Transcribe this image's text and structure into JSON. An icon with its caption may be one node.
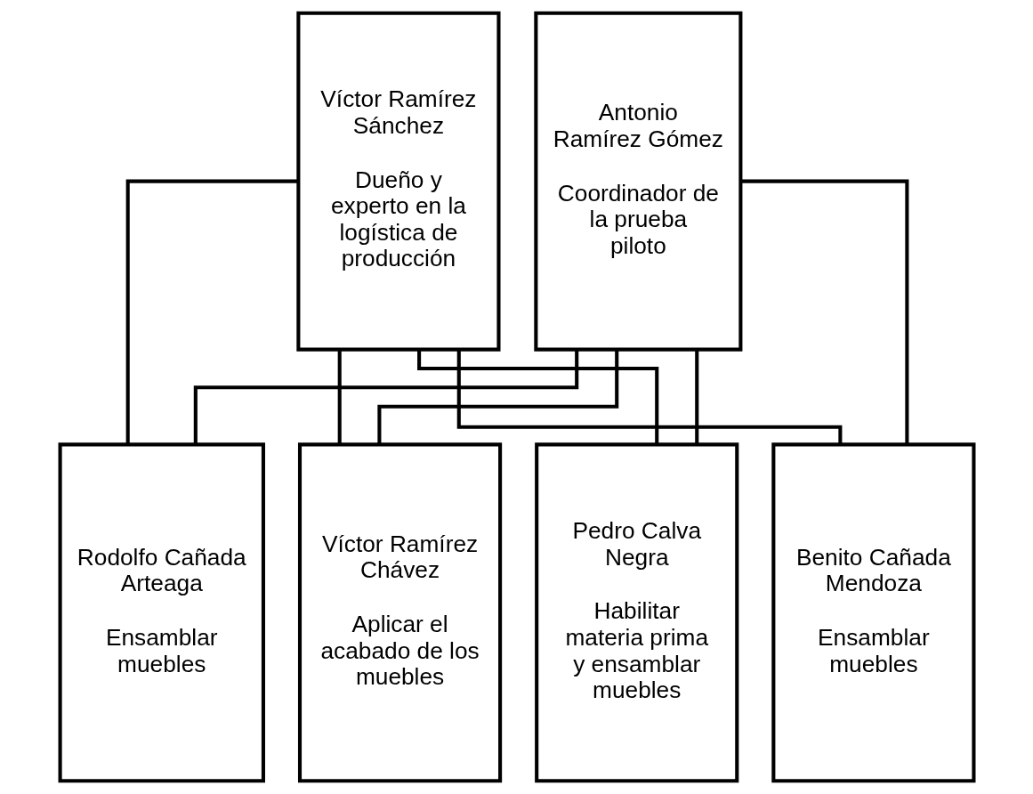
{
  "diagram": {
    "nodes": [
      {
        "text": [
          "Víctor Ramírez Sánchez",
          "Dueño y experto en la logística de producción"
        ]
      },
      {
        "text": [
          "Antonio Ramírez Gómez",
          "Coordinador de la prueba piloto"
        ]
      },
      {
        "text": [
          "Pedro Calva Negra",
          "Habilitar materia prima y ensamblar muebles"
        ]
      },
      {
        "text": [
          "Benito Cañada Mendoza",
          "Ensamblar muebles"
        ]
      },
      {
        "text": [
          "Rodolfo Cañada Arteaga",
          "Ensamblar muebles"
        ]
      },
      {
        "text": [
          "Víctor Ramírez Chávez",
          "Aplicar el acabado de los muebles"
        ]
      }
    ],
    "edges": [
      {
        "from": 0,
        "to": 2,
        "arrow": "none"
      },
      {
        "from": 0,
        "to": 3,
        "arrow": "none"
      },
      {
        "from": 0,
        "to": 4,
        "arrow": "none"
      },
      {
        "from": 0,
        "to": 5,
        "arrow": "none"
      },
      {
        "from": 1,
        "to": 2,
        "arrow": "none"
      },
      {
        "from": 1,
        "to": 3,
        "arrow": "none"
      },
      {
        "from": 1,
        "to": 4,
        "arrow": "none"
      },
      {
        "from": 1,
        "to": 5,
        "arrow": "none"
      }
    ]
  }
}
